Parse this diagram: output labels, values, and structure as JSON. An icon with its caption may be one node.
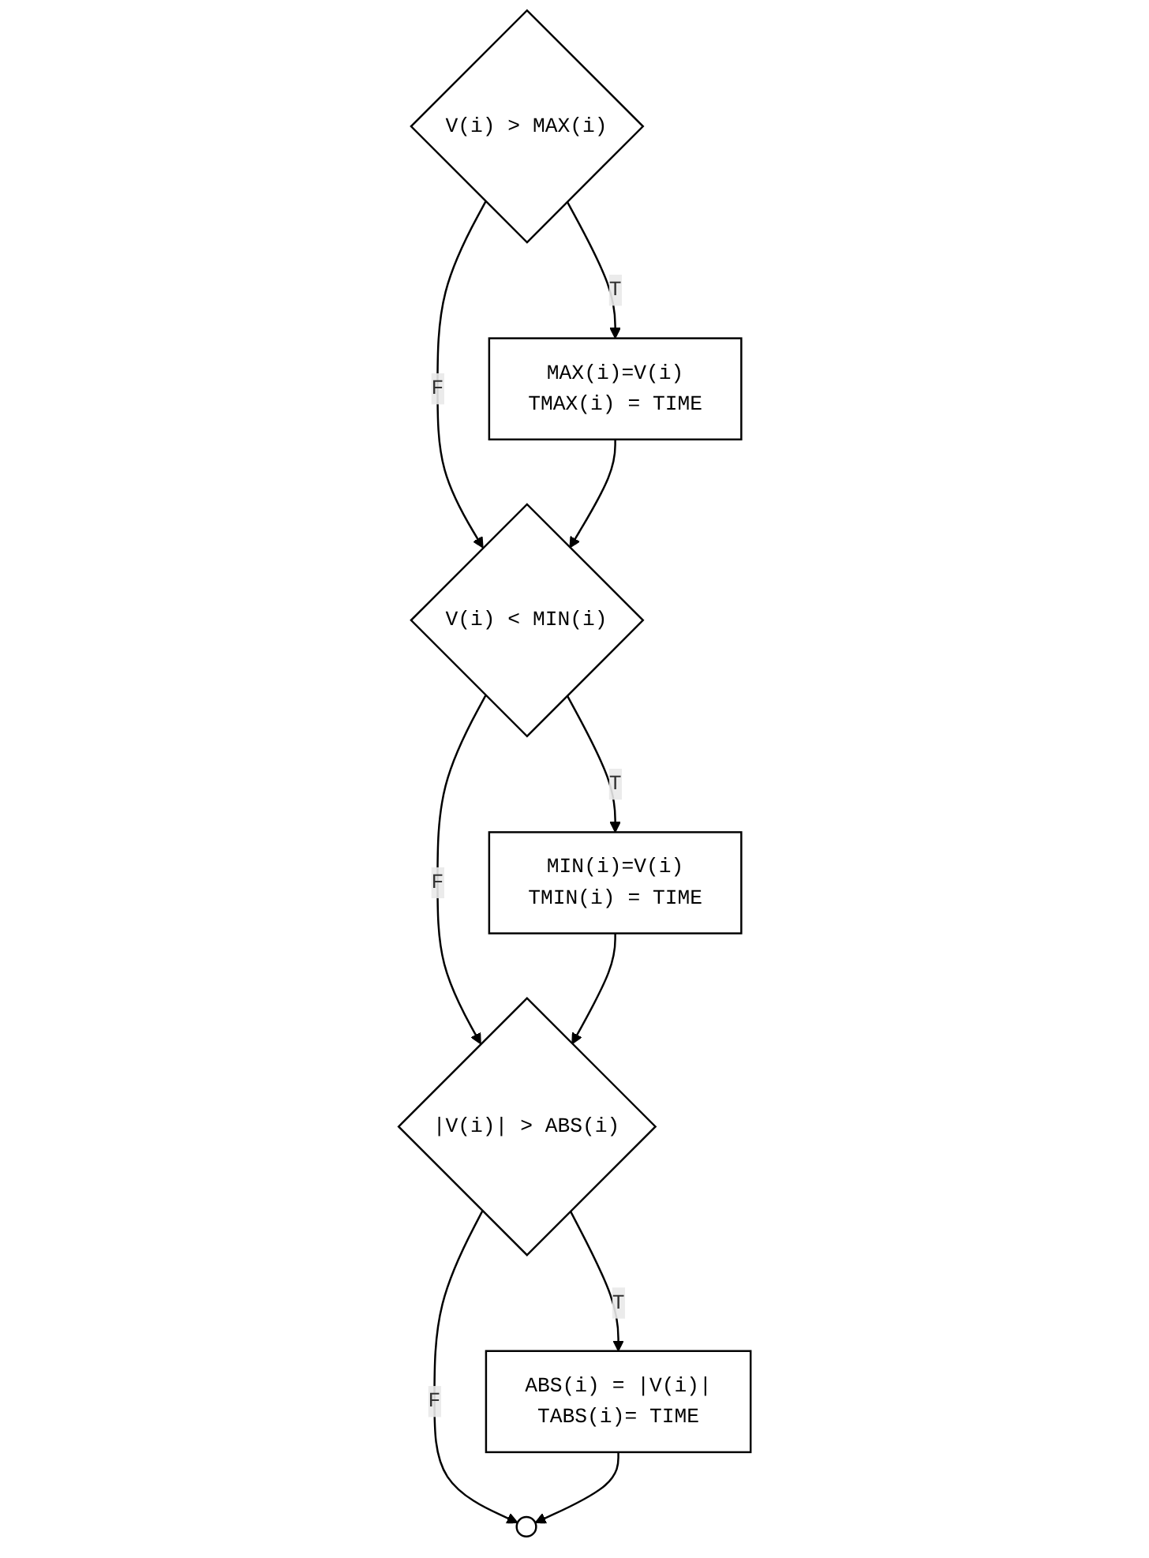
{
  "diagram": {
    "nodes": [
      {
        "text": [
          "V(i) > MAX(i)"
        ]
      },
      {
        "text": [
          "MAX(i)=V(i)",
          "TMAX(i) = TIME"
        ]
      },
      {
        "text": [
          "V(i) < MIN(i)"
        ]
      },
      {
        "text": [
          "MIN(i)=V(i)",
          "TMIN(i) = TIME"
        ]
      },
      {
        "text": [
          "|V(i)| > ABS(i)"
        ]
      },
      {
        "text": [
          "ABS(i) = |V(i)|",
          "TABS(i)= TIME"
        ]
      },
      {
        "text": [],
        "shape": "circle"
      }
    ],
    "edges": [
      {
        "from": 0,
        "to": 1,
        "arrow": "to",
        "label": "T"
      },
      {
        "from": 0,
        "to": 2,
        "arrow": "to",
        "label": "F"
      },
      {
        "from": 1,
        "to": 2,
        "arrow": "to"
      },
      {
        "from": 2,
        "to": 3,
        "arrow": "to",
        "label": "T"
      },
      {
        "from": 2,
        "to": 4,
        "arrow": "to",
        "label": "F"
      },
      {
        "from": 3,
        "to": 4,
        "arrow": "to"
      },
      {
        "from": 4,
        "to": 5,
        "arrow": "to",
        "label": "T"
      },
      {
        "from": 4,
        "to": 6,
        "arrow": "to",
        "label": "F"
      },
      {
        "from": 5,
        "to": 6,
        "arrow": "to"
      }
    ]
  }
}
